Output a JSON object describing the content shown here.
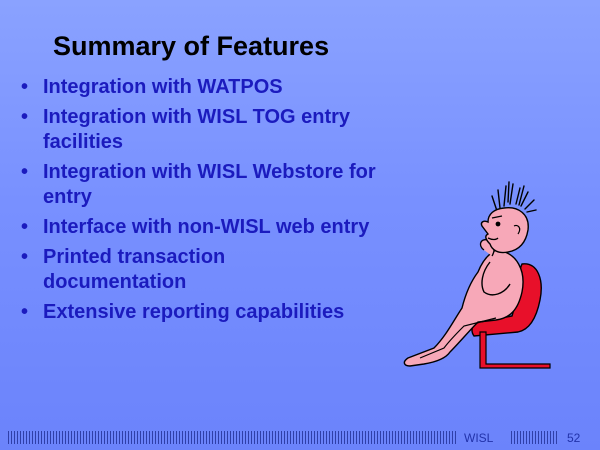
{
  "slide": {
    "title": "Summary of Features",
    "bullet_symbol": "•",
    "bullets": [
      "Integration with WATPOS",
      "Integration with WISL TOG entry facilities",
      "Integration with WISL Webstore for entry",
      "Interface with non-WISL web entry",
      "Printed transaction documentation",
      "Extensive reporting capabilities"
    ],
    "illustration_icon": "thinking-person-in-chair-icon"
  },
  "footer": {
    "organization": "WISL",
    "page_number": "52"
  },
  "colors": {
    "background_top": "#8aa2ff",
    "background_bottom": "#6b83fb",
    "title": "#000000",
    "bullet_text": "#1b1bbe",
    "chair": "#e8102a",
    "figure_skin": "#f7a8b8"
  }
}
